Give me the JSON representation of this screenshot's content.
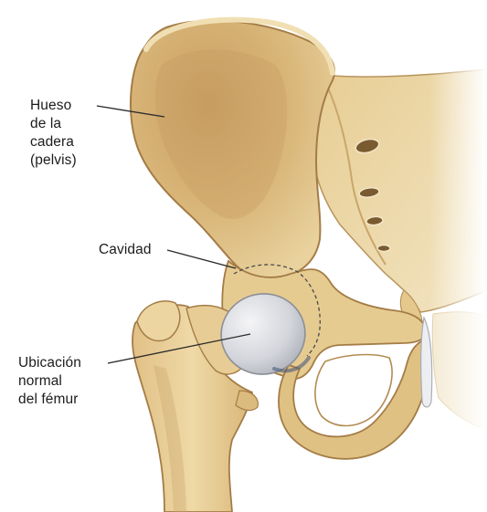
{
  "labels": {
    "hip_bone": [
      "Hueso",
      "de la",
      "cadera",
      "(pelvis)"
    ],
    "socket": [
      "Cavidad"
    ],
    "femur": [
      "Ubicación",
      "normal",
      "del fémur"
    ]
  },
  "colors": {
    "bone_light": "#ecd6a2",
    "bone_mid": "#d9b679",
    "bone_dark": "#b48c55",
    "bone_shadow": "#8e6a3a",
    "cartilage": "#d2d4da",
    "leader": "#2a2a2a",
    "label_text": "#1c1c1c"
  }
}
